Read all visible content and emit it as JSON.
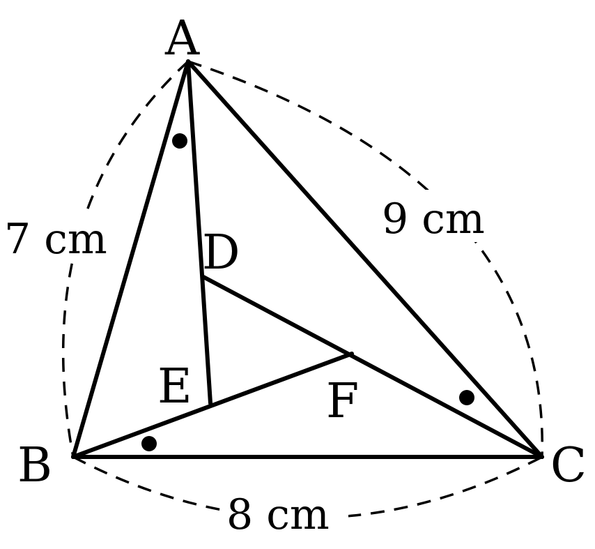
{
  "points": {
    "A": "A",
    "B": "B",
    "C": "C",
    "D": "D",
    "E": "E",
    "F": "F"
  },
  "lengths": {
    "AB": "7 cm",
    "AC": "9 cm",
    "BC": "8 cm"
  },
  "colors": {
    "stroke": "#000000",
    "background": "#ffffff"
  }
}
